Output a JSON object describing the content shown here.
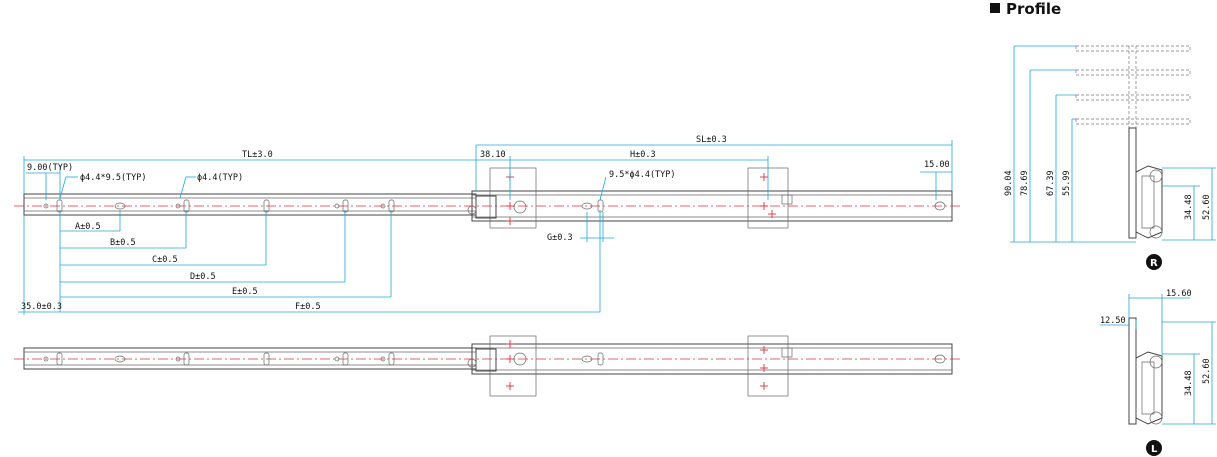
{
  "profile": {
    "title": "Profile",
    "right_badge": "R",
    "left_badge": "L"
  },
  "dims": {
    "tl": "TL±3.0",
    "typ900": "9.00(TYP)",
    "hole_slot": "ϕ4.4*9.5(TYP)",
    "hole_round": "ϕ4.4(TYP)",
    "a": "A±0.5",
    "b": "B±0.5",
    "c": "C±0.5",
    "d": "D±0.5",
    "e": "E±0.5",
    "f": "F±0.5",
    "start": "35.0±0.3",
    "sl": "SL±0.3",
    "d3810": "38.10",
    "h": "H±0.3",
    "d1500": "15.00",
    "hole_95": "9.5*ϕ4.4(TYP)",
    "g": "G±0.3"
  },
  "profile_dims": {
    "r_9004": "90.04",
    "r_7869": "78.69",
    "r_6739": "67.39",
    "r_5599": "55.99",
    "r_3448": "34.48",
    "r_5260": "52.60",
    "l_1560": "15.60",
    "l_1250": "12.50",
    "l_3448": "34.48",
    "l_5260": "52.60"
  },
  "colors": {
    "dimension": "#22a6d6",
    "centerline": "#d8333a",
    "outline": "#444444"
  }
}
